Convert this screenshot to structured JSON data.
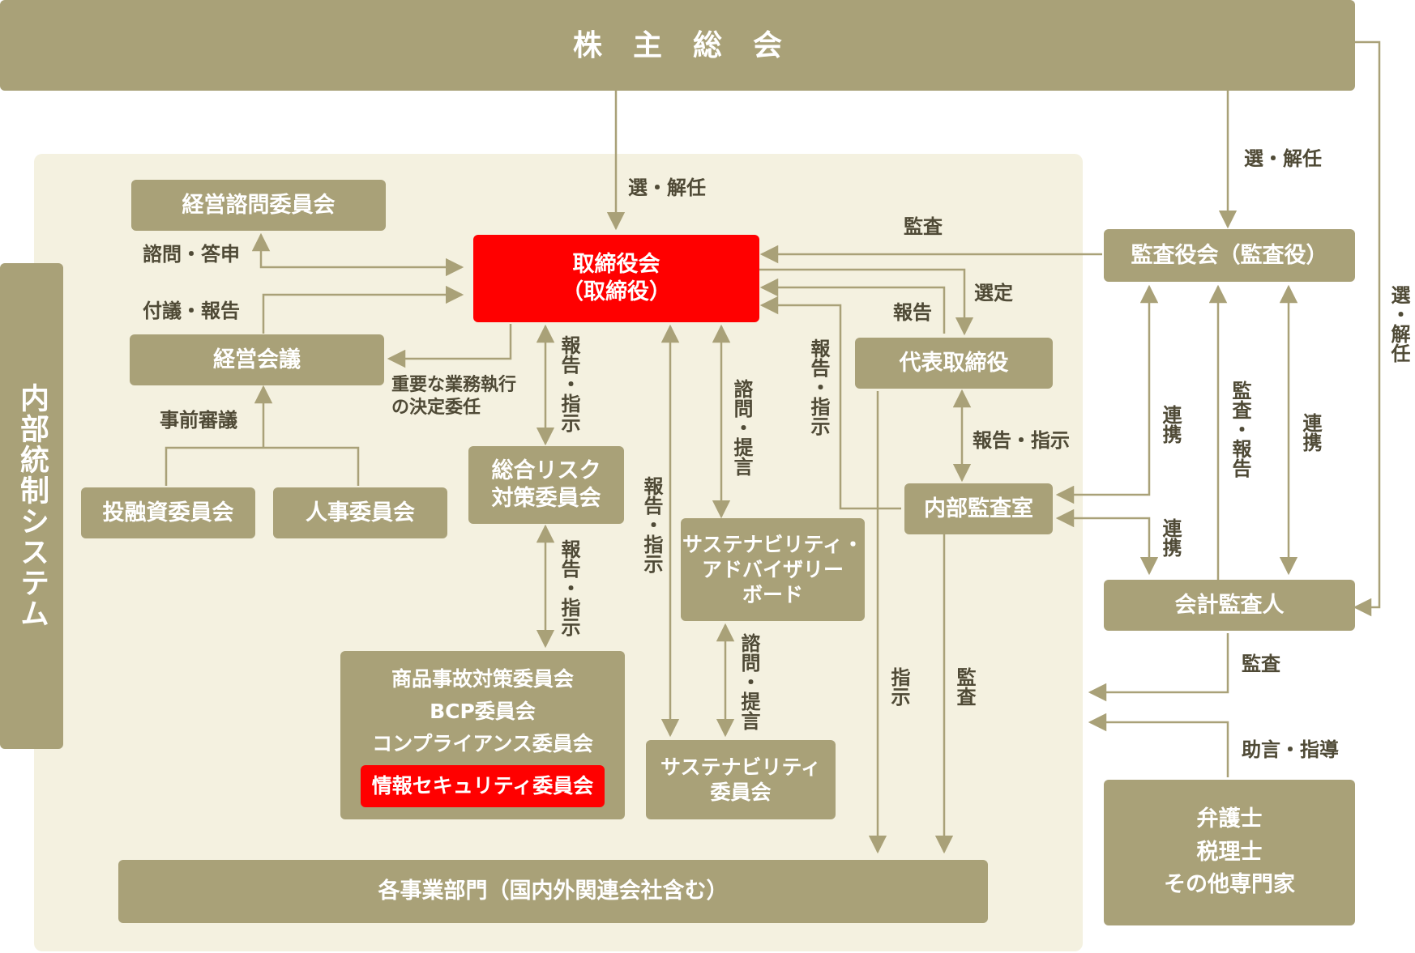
{
  "colors": {
    "box": "#a9a178",
    "highlight": "#ff0000",
    "panel": "#f4f1e0",
    "label": "#4f4a36"
  },
  "boxes": {
    "shareholders": "株主総会",
    "advisory_committee": "経営諮問委員会",
    "board": [
      "取締役会",
      "（取締役）"
    ],
    "audit_board": "監査役会（監査役）",
    "management_meeting": "経営会議",
    "representative_director": "代表取締役",
    "investment_committee": "投融資委員会",
    "hr_committee": "人事委員会",
    "risk_committee": [
      "総合リスク",
      "対策委員会"
    ],
    "internal_audit": "内部監査室",
    "sustainability_board": [
      "サステナビリティ・",
      "アドバイザリー",
      "ボード"
    ],
    "accounting_auditor": "会計監査人",
    "sub_committees": [
      "商品事故対策委員会",
      "BCP委員会",
      "コンプライアンス委員会"
    ],
    "info_security_committee": "情報セキュリティ委員会",
    "sustainability_committee": [
      "サステナビリティ",
      "委員会"
    ],
    "business_divisions": "各事業部門（国内外関連会社含む）",
    "experts": [
      "弁護士",
      "税理士",
      "その他専門家"
    ],
    "internal_control_system": "内部統制システム"
  },
  "labels": {
    "appoint_dismiss_board": "選・解任",
    "appoint_dismiss_auditors": "選・解任",
    "appoint_dismiss_accountant": "選・解任",
    "consult_report": "諮問・答申",
    "agenda_report": "付議・報告",
    "audit_board_to_board": "監査",
    "select": "選定",
    "report_rep": "報告",
    "delegation": [
      "重要な業務執行",
      "の決定委任"
    ],
    "prior_review": "事前審議",
    "report_instruct_risk": "報告・指示",
    "report_instruct_internal": "報告・指示",
    "report_instruct_internal_rep": "報告・指示",
    "consult_propose_board": "諮問・提言",
    "report_instruct_sub": "報告・指示",
    "report_instruct_sust": "報告・指示",
    "consult_propose_sust": "諮問・提言",
    "cooperate_1": "連携",
    "audit_report": "監査・報告",
    "cooperate_2": "連携",
    "cooperate_3": "連携",
    "instruct": "指示",
    "audit_divisions": "監査",
    "audit_accountant": "監査",
    "advice_guidance": "助言・指導"
  }
}
